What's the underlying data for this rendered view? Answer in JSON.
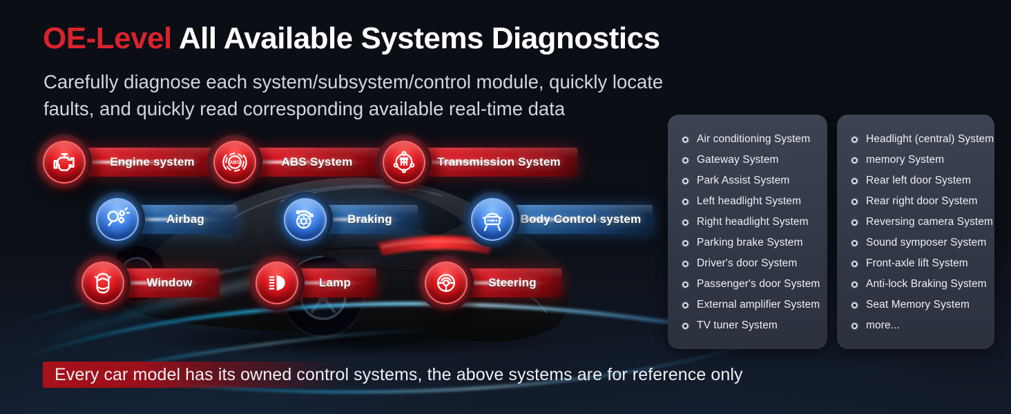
{
  "title": {
    "highlight": "OE-Level",
    "rest": " All Available Systems Diagnostics"
  },
  "subtitle": {
    "line1": "Carefully diagnose each system/subsystem/control module, quickly locate",
    "line2": "faults, and quickly read corresponding available real-time data"
  },
  "badges": [
    {
      "label": "Engine system",
      "icon": "engine-icon",
      "color": "red"
    },
    {
      "label": "ABS System",
      "icon": "abs-icon",
      "color": "red"
    },
    {
      "label": "Transmission System",
      "icon": "transmission-icon",
      "color": "red"
    },
    {
      "label": "Airbag",
      "icon": "airbag-icon",
      "color": "blue"
    },
    {
      "label": "Braking",
      "icon": "brake-disc-icon",
      "color": "blue"
    },
    {
      "label": "Body Control system",
      "icon": "car-front-icon",
      "color": "blue"
    },
    {
      "label": "Window",
      "icon": "car-top-view-icon",
      "color": "red"
    },
    {
      "label": "Lamp",
      "icon": "headlamp-icon",
      "color": "red"
    },
    {
      "label": "Steering",
      "icon": "steering-wheel-icon",
      "color": "red"
    }
  ],
  "abs_icon_text": "ABS",
  "panels": {
    "left": {
      "items": [
        "Air conditioning System",
        "Gateway System",
        "Park Assist System",
        "Left headlight System",
        "Right headlight System",
        "Parking brake System",
        "Driver's door System",
        "Passenger's door System",
        "External amplifier System",
        "TV tuner System"
      ]
    },
    "right": {
      "items": [
        "Headlight (central) System",
        "memory System",
        "Rear left door System",
        "Rear right door System",
        "Reversing camera System",
        "Sound symposer System",
        "Front-axle lift System",
        "Anti-lock Braking System",
        "Seat Memory System",
        "more..."
      ]
    }
  },
  "footnote": "Every car model has its owned control systems, the above systems are for reference only",
  "colors": {
    "accent_red": "#d9232c",
    "accent_blue": "#2e7de0",
    "panel_bg": "#343b49",
    "background": "#0b0e14"
  }
}
